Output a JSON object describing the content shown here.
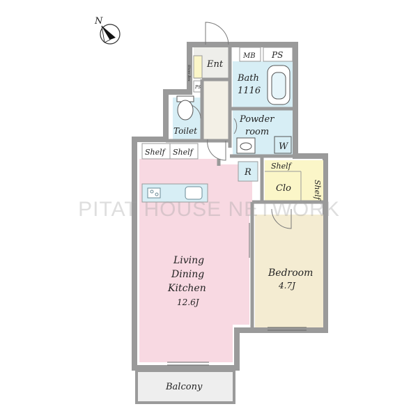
{
  "compass": {
    "north_label": "N"
  },
  "watermark": "PITAT HOUSE NETWORK",
  "rooms": {
    "entrance": "Ent",
    "shoes_box": "Shoes Box",
    "ps_small": "PS",
    "mb": "MB",
    "ps": "PS",
    "bath": "Bath",
    "bath_size": "1116",
    "toilet": "Toilet",
    "powder_line1": "Powder",
    "powder_line2": "room",
    "washer": "W",
    "refrigerator": "R",
    "shelf_left": "Shelf",
    "shelf_right": "Shelf",
    "ldk_line1": "Living",
    "ldk_line2": "Dining",
    "ldk_line3": "Kitchen",
    "ldk_size": "12.6J",
    "closet_shelf": "Shelf",
    "closet": "Clo",
    "closet_shelf_side": "Shelf",
    "bedroom": "Bedroom",
    "bedroom_size": "4.7J",
    "balcony": "Balcony"
  },
  "colors": {
    "ldk": "#f8d9e2",
    "bedroom": "#f4ecd2",
    "wet": "#d7eef5",
    "closet": "#fbf6c8",
    "hall": "#eeeeea",
    "balcony": "#eeeeee",
    "wall": "#9a9a9a"
  }
}
